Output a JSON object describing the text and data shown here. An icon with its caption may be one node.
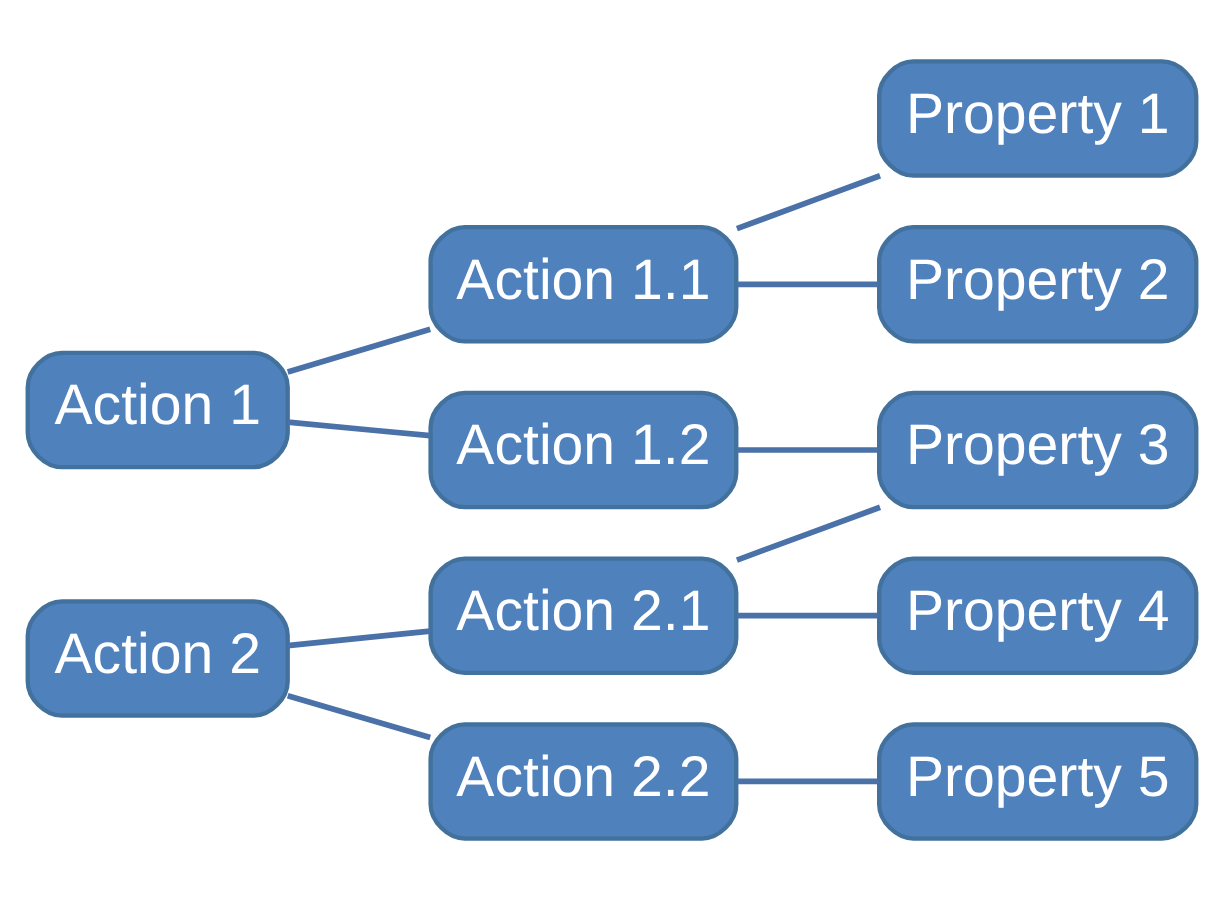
{
  "diagram": {
    "nodes": [
      {
        "text": [
          "Action 1"
        ]
      },
      {
        "text": [
          "Action 1.1"
        ]
      },
      {
        "text": [
          "Action 1.2"
        ]
      },
      {
        "text": [
          "Action 2"
        ]
      },
      {
        "text": [
          "Action 2.1"
        ]
      },
      {
        "text": [
          "Action 2.2"
        ]
      },
      {
        "text": [
          "Property 1"
        ]
      },
      {
        "text": [
          "Property 2"
        ]
      },
      {
        "text": [
          "Property 3"
        ]
      },
      {
        "text": [
          "Property 4"
        ]
      },
      {
        "text": [
          "Property 5"
        ]
      }
    ],
    "edges": [
      {
        "from": 0,
        "to": 1,
        "arrow": "none"
      },
      {
        "from": 0,
        "to": 2,
        "arrow": "none"
      },
      {
        "from": 1,
        "to": 6,
        "arrow": "none"
      },
      {
        "from": 1,
        "to": 7,
        "arrow": "none"
      },
      {
        "from": 2,
        "to": 8,
        "arrow": "none"
      },
      {
        "from": 3,
        "to": 4,
        "arrow": "none"
      },
      {
        "from": 3,
        "to": 5,
        "arrow": "none"
      },
      {
        "from": 4,
        "to": 8,
        "arrow": "none"
      },
      {
        "from": 4,
        "to": 9,
        "arrow": "none"
      },
      {
        "from": 5,
        "to": 10,
        "arrow": "none"
      }
    ]
  }
}
